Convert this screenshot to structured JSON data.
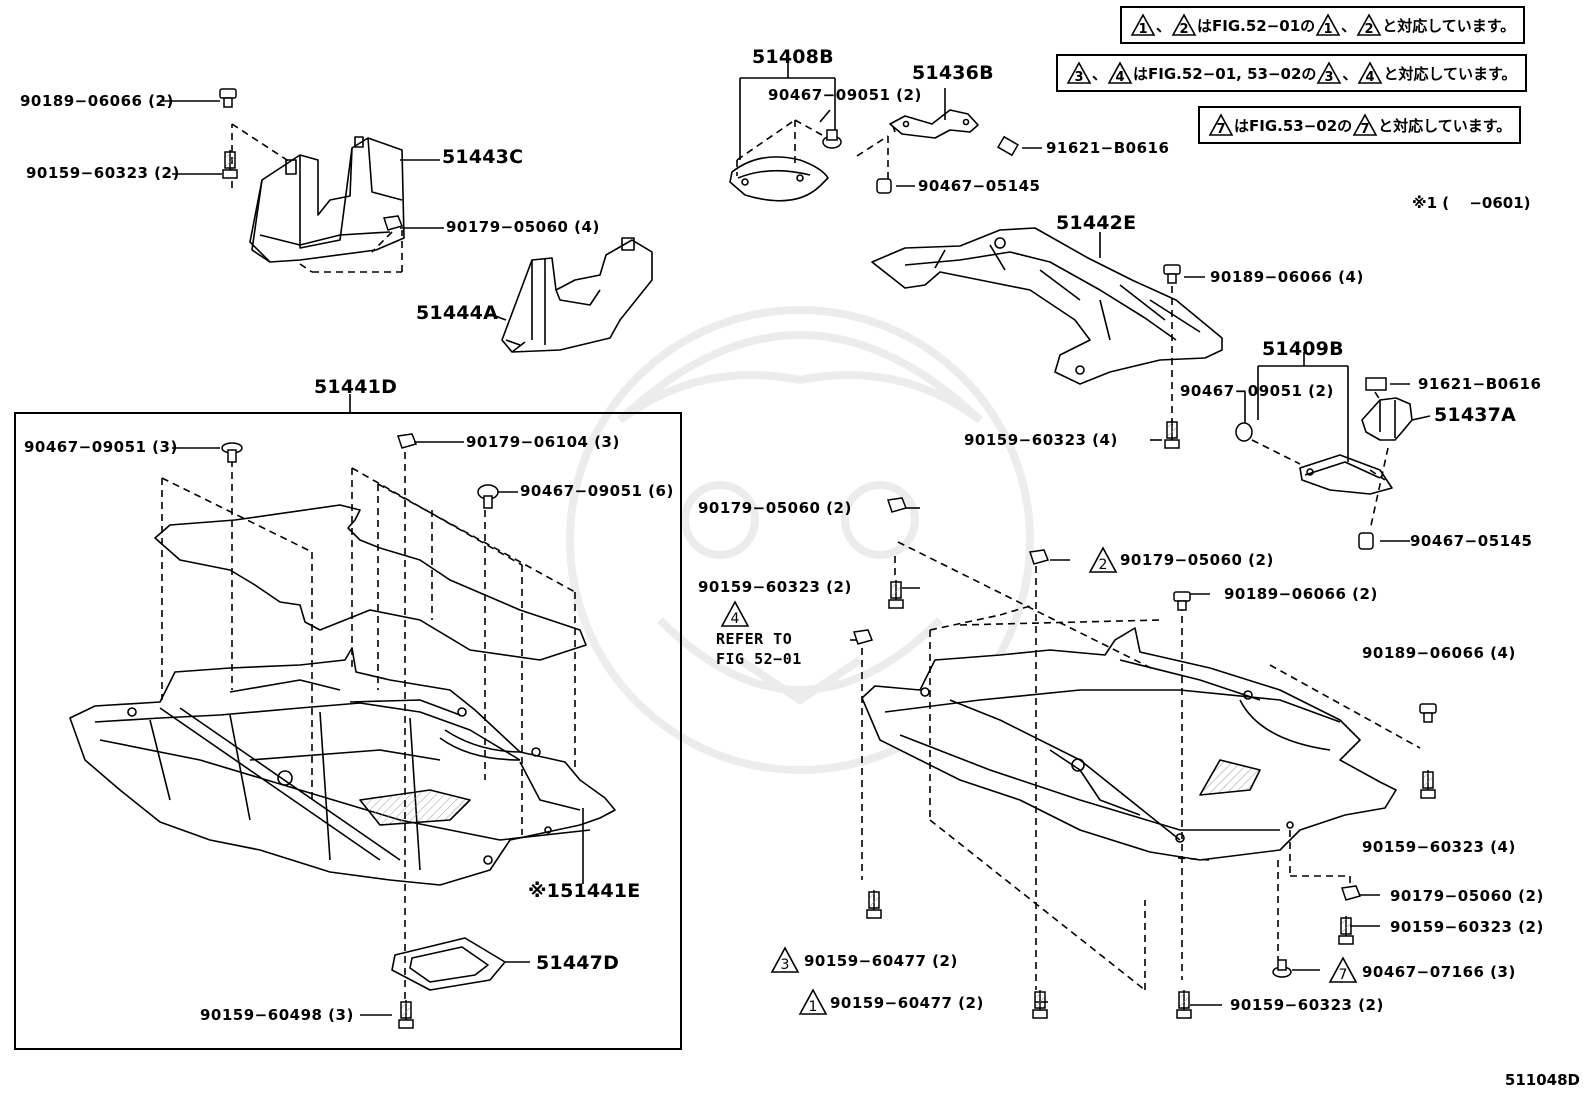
{
  "notes": [
    {
      "tri1": "1",
      "sep": "、",
      "tri2": "2",
      "text_a": "はFIG.52−01の",
      "tri3": "1",
      "sep2": "、",
      "tri4": "2",
      "text_b": "と対応しています。"
    },
    {
      "tri1": "3",
      "sep": "、",
      "tri2": "4",
      "text_a": "はFIG.52−01, 53−02の",
      "tri3": "3",
      "sep2": "、",
      "tri4": "4",
      "text_b": "と対応しています。"
    },
    {
      "tri1": "7",
      "text_a": "はFIG.53−02の",
      "tri3": "7",
      "text_b": "と対応しています。"
    }
  ],
  "remark": "※1 (　 −0601)",
  "footer_code": "511048D",
  "inset_header": "51441D",
  "labels": {
    "l_51408B": "51408B",
    "l_51436B": "51436B",
    "l_90467_09051_2_top": "90467−09051 (2)",
    "l_91621_B0616_top": "91621−B0616",
    "l_90467_05145_top": "90467−05145",
    "l_90189_06066_2": "90189−06066 (2)",
    "l_90159_60323_2_left": "90159−60323 (2)",
    "l_51443C": "51443C",
    "l_90179_05060_4": "90179−05060 (4)",
    "l_51444A": "51444A",
    "l_51442E": "51442E",
    "l_90189_06066_4_top": "90189−06066 (4)",
    "l_51409B": "51409B",
    "l_90467_09051_2_right": "90467−09051 (2)",
    "l_91621_B0616_right": "91621−B0616",
    "l_51437A": "51437A",
    "l_90159_60323_4_mid": "90159−60323 (4)",
    "l_90179_05060_2_a": "90179−05060 (2)",
    "l_90467_05145_right": "90467−05145",
    "l_90179_05060_2_b": "90179−05060 (2)",
    "l_90159_60323_2_mid": "90159−60323 (2)",
    "l_90189_06066_2_mid": "90189−06066 (2)",
    "refer_line1": "REFER TO",
    "refer_line2": "FIG 52−01",
    "l_90189_06066_4_right": "90189−06066 (4)",
    "l_90159_60323_4_right": "90159−60323 (4)",
    "l_90179_05060_2_c": "90179−05060 (2)",
    "l_90159_60323_2_right": "90159−60323 (2)",
    "l_90467_07166_3": "90467−07166 (3)",
    "l_90159_60477_2_a": "90159−60477 (2)",
    "l_90159_60477_2_b": "90159−60477 (2)",
    "l_90159_60323_2_bottom": "90159−60323 (2)",
    "l_90467_09051_3": "90467−09051 (3)",
    "l_90179_06104_3": "90179−06104 (3)",
    "l_90467_09051_6": "90467−09051 (6)",
    "l_151441E": "※151441E",
    "l_51447D": "51447D",
    "l_90159_60498_3": "90159−60498 (3)"
  },
  "tags": {
    "tag_2_mid": "2",
    "tag_4_refer": "4",
    "tag_7": "7",
    "tag_3": "3",
    "tag_1": "1"
  }
}
